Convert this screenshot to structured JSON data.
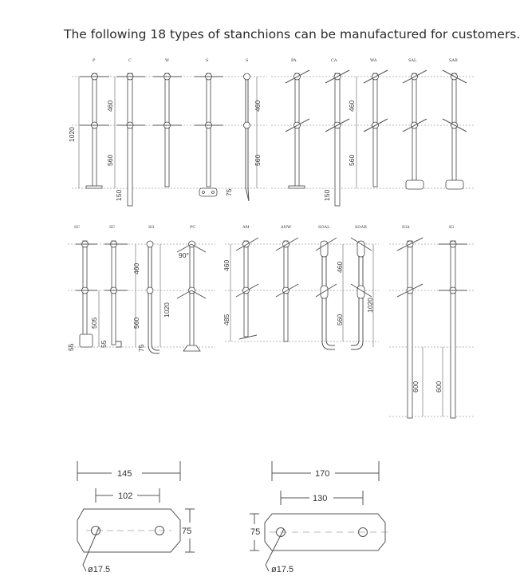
{
  "title": "The following 18 types of stanchions can be manufactured for customers.",
  "rows": [
    {
      "codes": [
        "P",
        "C",
        "W",
        "S",
        "S",
        "PA",
        "CA",
        "WA",
        "SAL",
        "SAR"
      ]
    },
    {
      "codes": [
        "SC",
        "SC",
        "SO",
        "PC",
        "AM",
        "ANW",
        "SOAL",
        "SOAR",
        "IGA",
        "IG"
      ]
    }
  ],
  "dims": {
    "h1020": "1020",
    "h460": "460",
    "h560": "560",
    "h150": "150",
    "h75": "75",
    "h505": "505",
    "h55": "55",
    "h485": "485",
    "h600": "600",
    "a90": "90°"
  },
  "plates": [
    {
      "outer": "145",
      "inner": "102",
      "height": "75",
      "hole": "ø17.5"
    },
    {
      "outer": "170",
      "inner": "130",
      "height": "75",
      "hole": "ø17.5"
    }
  ]
}
